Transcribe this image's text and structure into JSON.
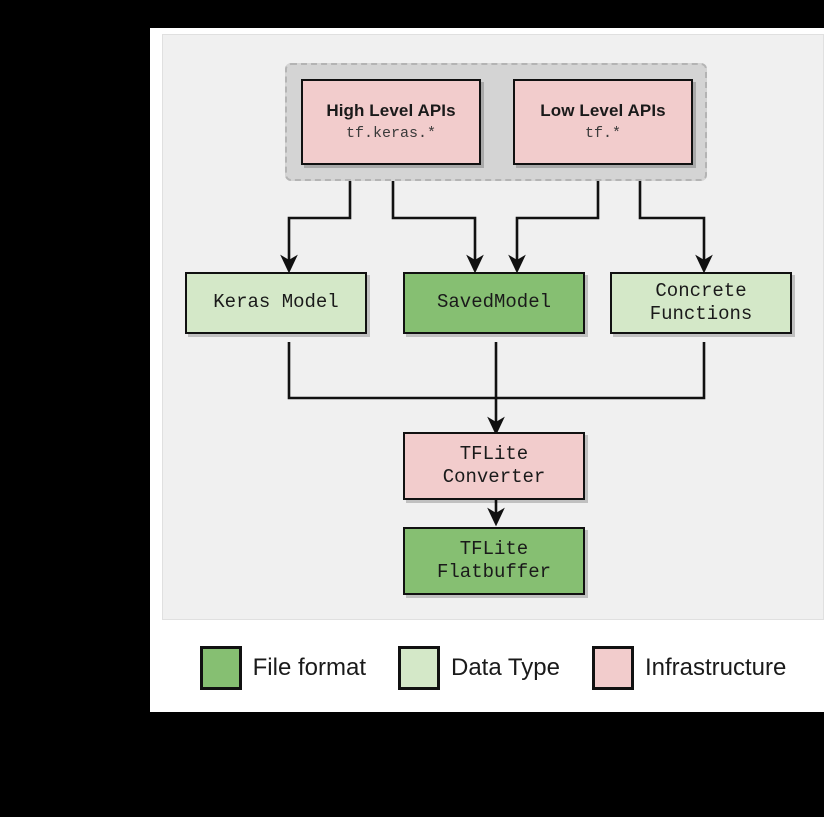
{
  "figure": {
    "background_color": "#000000",
    "card_color": "#ffffff",
    "panel_color": "#f0f0f0",
    "group_color": "#d4d4d4"
  },
  "colors": {
    "file_format": "#86bf72",
    "data_type": "#d4e8c8",
    "infrastructure": "#f2cccc",
    "outline": "#111111"
  },
  "api_group": {
    "nodes": [
      {
        "title": "High Level APIs",
        "subtitle": "tf.keras.*",
        "kind": "infrastructure"
      },
      {
        "title": "Low Level APIs",
        "subtitle": "tf.*",
        "kind": "infrastructure"
      }
    ]
  },
  "models": [
    {
      "title": "Keras Model",
      "kind": "data-type"
    },
    {
      "title": "SavedModel",
      "kind": "file-format"
    },
    {
      "title": "Concrete",
      "title_line2": "Functions",
      "kind": "data-type"
    }
  ],
  "converter": {
    "title": "TFLite",
    "title_line2": "Converter",
    "kind": "infrastructure"
  },
  "output": {
    "title": "TFLite",
    "title_line2": "Flatbuffer",
    "kind": "file-format"
  },
  "legend": {
    "items": [
      {
        "label": "File format",
        "color": "#86bf72"
      },
      {
        "label": "Data Type",
        "color": "#d4e8c8"
      },
      {
        "label": "Infrastructure",
        "color": "#f2cccc"
      }
    ]
  }
}
